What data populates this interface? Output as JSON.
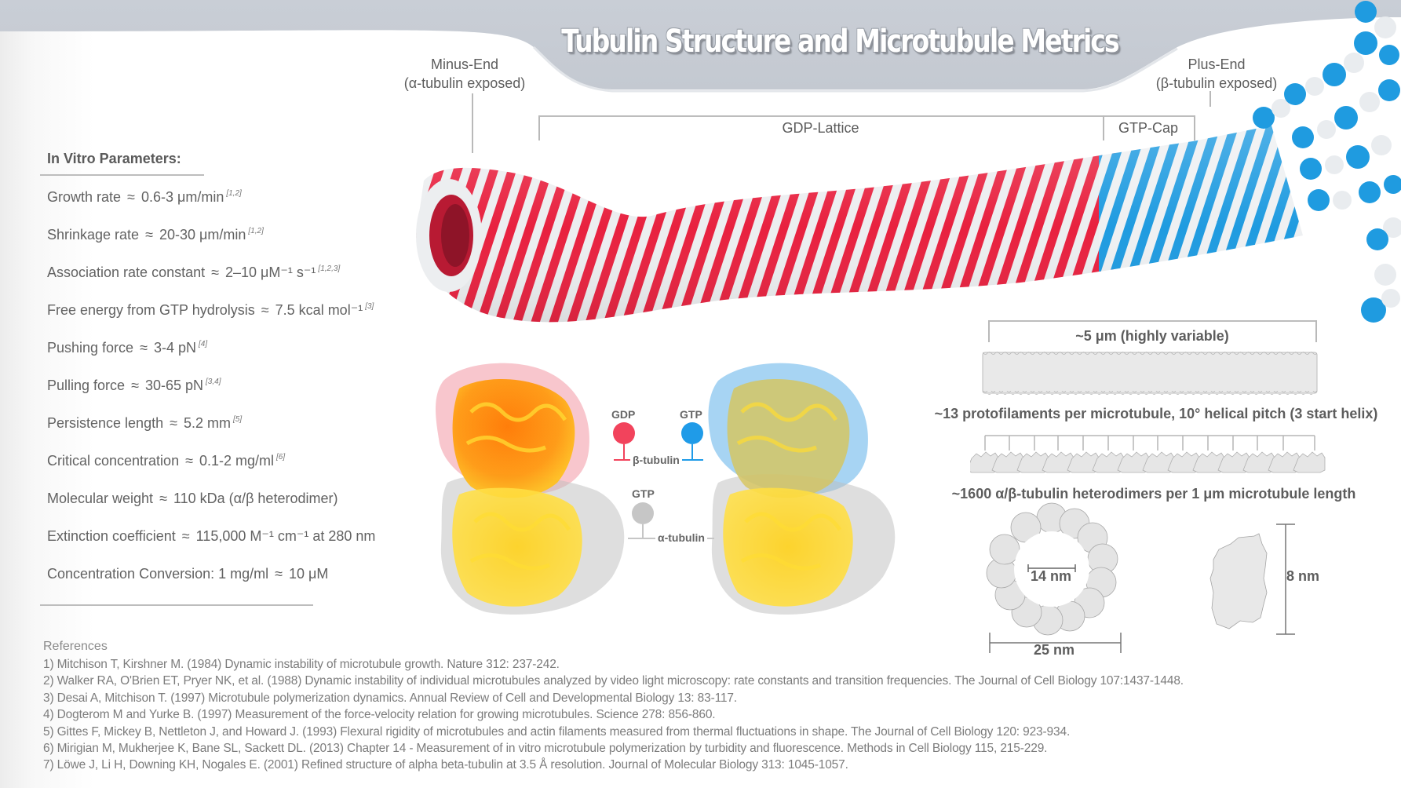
{
  "header": {
    "title": "Tubulin Structure and Microtubule Metrics"
  },
  "microtubule": {
    "minus_end": {
      "line1": "Minus-End",
      "line2": "(α-tubulin exposed)"
    },
    "plus_end": {
      "line1": "Plus-End",
      "line2": "(β-tubulin exposed)"
    },
    "segments": [
      {
        "label": "GDP-Lattice"
      },
      {
        "label": "GTP-Cap"
      }
    ],
    "colors": {
      "gdp": "#e8213f",
      "gtp": "#1f9be0",
      "alpha": "#e9ebee"
    }
  },
  "parameters": {
    "heading": "In Vitro Parameters:",
    "items": [
      {
        "name": "Growth rate",
        "approx": "≈",
        "value": "0.6-3 μm/min",
        "ref": "[1,2]"
      },
      {
        "name": "Shrinkage rate",
        "approx": "≈",
        "value": "20-30 μm/min",
        "ref": "[1,2]"
      },
      {
        "name": "Association rate constant",
        "approx": "≈",
        "value": "2–10 μM⁻¹ s⁻¹",
        "ref": "[1,2,3]"
      },
      {
        "name": "Free energy from GTP hydrolysis",
        "approx": "≈",
        "value": "7.5 kcal mol⁻¹",
        "ref": "[3]"
      },
      {
        "name": "Pushing force",
        "approx": "≈",
        "value": "3-4 pN",
        "ref": "[4]"
      },
      {
        "name": "Pulling force",
        "approx": "≈",
        "value": "30-65 pN",
        "ref": "[3,4]"
      },
      {
        "name": "Persistence length",
        "approx": "≈",
        "value": "5.2 mm",
        "ref": "[5]"
      },
      {
        "name": "Critical concentration",
        "approx": "≈",
        "value": "0.1-2 mg/ml",
        "ref": "[6]"
      },
      {
        "name": "Molecular weight",
        "approx": "≈",
        "value": "110 kDa (α/β heterodimer)",
        "ref": ""
      },
      {
        "name": "Extinction coefficient",
        "approx": "≈",
        "value": "115,000 M⁻¹ cm⁻¹ at 280 nm",
        "ref": ""
      },
      {
        "name": "Concentration Conversion: 1 mg/ml",
        "approx": "≈",
        "value": "10 μM",
        "ref": ""
      }
    ]
  },
  "tubulin_structures": {
    "beta_label": "β-tubulin",
    "alpha_label": "α-tubulin",
    "gdp_label": "GDP",
    "gtp_beta_label": "GTP",
    "gtp_alpha_label": "GTP",
    "colors": {
      "gdp": "#f2435c",
      "gtp": "#1f9be8",
      "alpha": "#c6c6c6"
    }
  },
  "metrics": {
    "length": "~5 μm (highly variable)",
    "protofilaments": "~13 protofilaments per microtubule, 10° helical pitch (3 start helix)",
    "heterodimers": "~1600 α/β-tubulin heterodimers per 1 μm microtubule length",
    "inner_diameter": "14 nm",
    "outer_diameter": "25 nm",
    "dimer_height": "8 nm"
  },
  "references": {
    "heading": "References",
    "items": [
      "1) Mitchison T, Kirshner M. (1984) Dynamic instability of microtubule growth. Nature 312: 237-242.",
      "2) Walker RA, O'Brien ET, Pryer NK, et al. (1988) Dynamic instability of individual microtubules analyzed by video light microscopy: rate constants and transition frequencies. The Journal of Cell Biology 107:1437-1448.",
      "3) Desai A, Mitchison T. (1997) Microtubule polymerization dynamics. Annual Review of Cell and Developmental Biology 13: 83-117.",
      "4) Dogterom M and Yurke B. (1997) Measurement of the force-velocity relation for growing microtubules. Science 278: 856-860.",
      "5) Gittes F, Mickey B, Nettleton J, and Howard J. (1993) Flexural rigidity of microtubules and actin filaments measured from thermal fluctuations in shape. The Journal of Cell Biology 120:  923-934.",
      "6) Mirigian M, Mukherjee K, Bane SL, Sackett DL. (2013) Chapter 14 - Measurement of in vitro microtubule polymerization by turbidity and fluorescence. Methods in Cell Biology 115, 215-229.",
      "7) Löwe J, Li H, Downing KH, Nogales E. (2001) Refined structure of alpha beta-tubulin at 3.5 Å resolution. Journal of Molecular Biology 313: 1045-1057."
    ]
  }
}
